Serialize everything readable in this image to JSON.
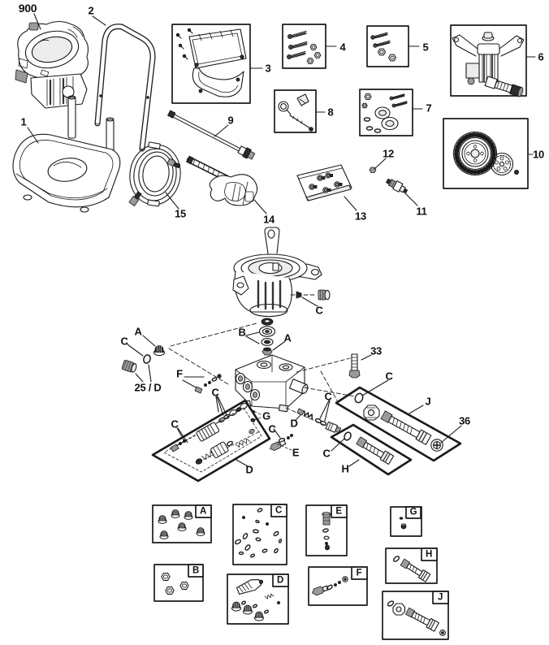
{
  "figure": {
    "kind": "exploded parts diagram",
    "colors": {
      "ink": "#1a1a1a",
      "paper": "#ffffff"
    }
  },
  "callouts": {
    "n900": "900",
    "n1": "1",
    "n2": "2",
    "n3": "3",
    "n4": "4",
    "n5": "5",
    "n6": "6",
    "n7": "7",
    "n8": "8",
    "n9": "9",
    "n10": "10",
    "n11": "11",
    "n12": "12",
    "n13": "13",
    "n14": "14",
    "n15": "15",
    "n25d": "25 / D",
    "n33": "33",
    "n36": "36"
  },
  "letters": {
    "A": "A",
    "B": "B",
    "C": "C",
    "D": "D",
    "E": "E",
    "F": "F",
    "G": "G",
    "H": "H",
    "J": "J"
  }
}
